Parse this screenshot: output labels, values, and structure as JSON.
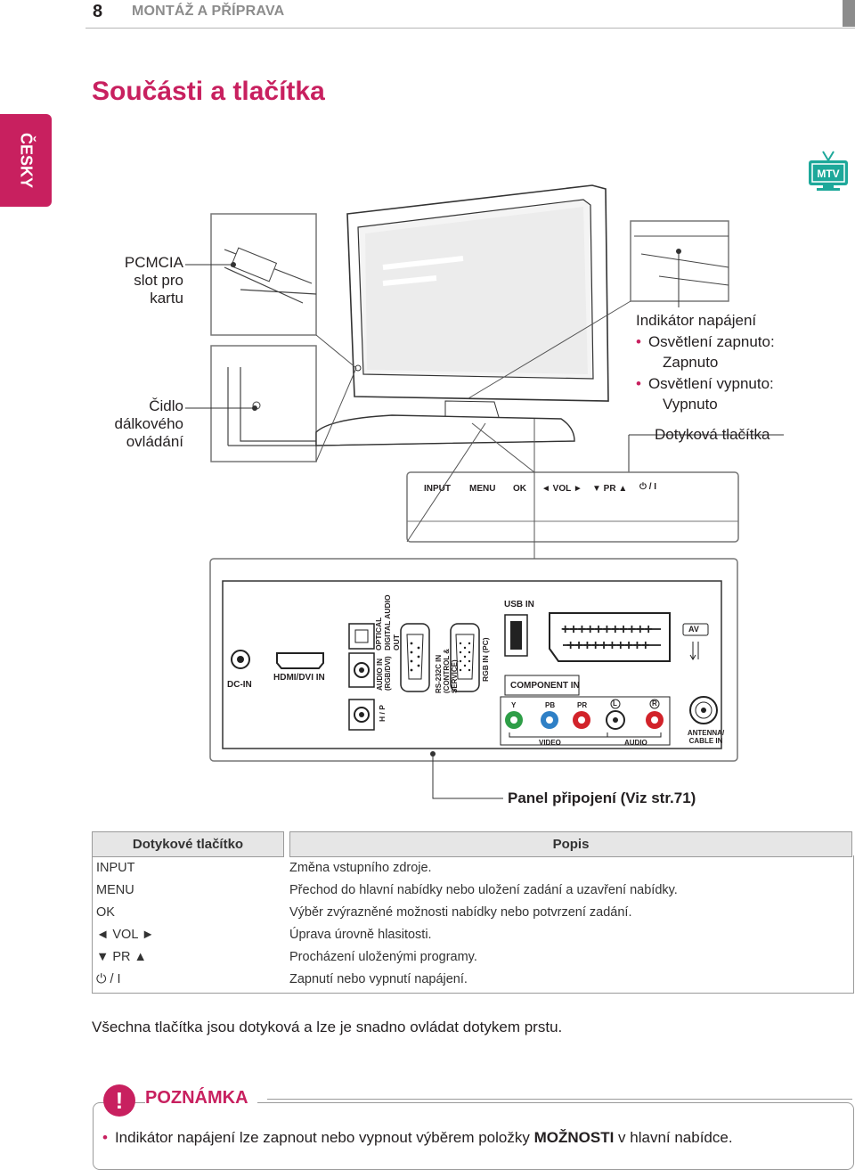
{
  "header": {
    "page_number": "8",
    "section": "MONTÁŽ A PŘÍPRAVA"
  },
  "title": "Součásti a tlačítka",
  "language_tab": "ČESKY",
  "icons": {
    "mtv": "MTV"
  },
  "labels": {
    "pcmcia": [
      "PCMCIA",
      "slot pro",
      "kartu"
    ],
    "remote_sensor": [
      "Čidlo",
      "dálkového",
      "ovládání"
    ],
    "power_indicator_title": "Indikátor napájení",
    "power_on": "Osvětlení zapnuto:",
    "power_on_value": "Zapnuto",
    "power_off": "Osvětlení vypnuto:",
    "power_off_value": "Vypnuto",
    "touch_buttons": "Dotyková tlačítka",
    "connection_panel": "Panel připojení (Viz str.71)"
  },
  "button_strip": {
    "input": "INPUT",
    "menu": "MENU",
    "ok": "OK",
    "vol": "◄ VOL ►",
    "pr": "▼ PR ▲",
    "power": "/ I"
  },
  "panel": {
    "dc_in": "DC-IN",
    "hdmi": "HDMI/DVI IN",
    "optical": "OPTICAL DIGITAL AUDIO OUT",
    "audio_in": "AUDIO IN (RGB/DVI)",
    "headphone": "H / P",
    "rs232": "RS-232C IN (CONTROL & SERVICE)",
    "rgb": "RGB IN (PC)",
    "usb": "USB IN",
    "av": "AV",
    "component": "COMPONENT IN",
    "y": "Y",
    "pb": "PB",
    "pr": "PR",
    "l": "L",
    "r": "R",
    "video": "VIDEO",
    "audio": "AUDIO",
    "antenna": "ANTENNA/ CABLE IN"
  },
  "table": {
    "headers": [
      "Dotykové tlačítko",
      "Popis"
    ],
    "rows": [
      [
        "INPUT",
        "Změna vstupního zdroje."
      ],
      [
        "MENU",
        "Přechod do hlavní nabídky nebo uložení zadání a uzavření nabídky."
      ],
      [
        "OK",
        "Výběr zvýrazněné možnosti nabídky nebo potvrzení zadání."
      ],
      [
        "◄ VOL ►",
        "Úprava úrovně hlasitosti."
      ],
      [
        "▼ PR ▲",
        "Procházení uloženými programy."
      ],
      [
        "/ I",
        "Zapnutí nebo vypnutí napájení."
      ]
    ]
  },
  "paragraph": "Všechna tlačítka jsou dotyková a lze je snadno ovládat dotykem prstu.",
  "note": {
    "icon": "!",
    "heading": "POZNÁMKA",
    "item_prefix": "Indikátor napájení lze zapnout nebo vypnout výběrem položky ",
    "item_bold": "MOŽNOSTI",
    "item_suffix": " v hlavní nabídce."
  },
  "colors": {
    "accent": "#c8205f",
    "green": "#2e9e47",
    "blue": "#2f80c6",
    "red": "#d2232a"
  }
}
